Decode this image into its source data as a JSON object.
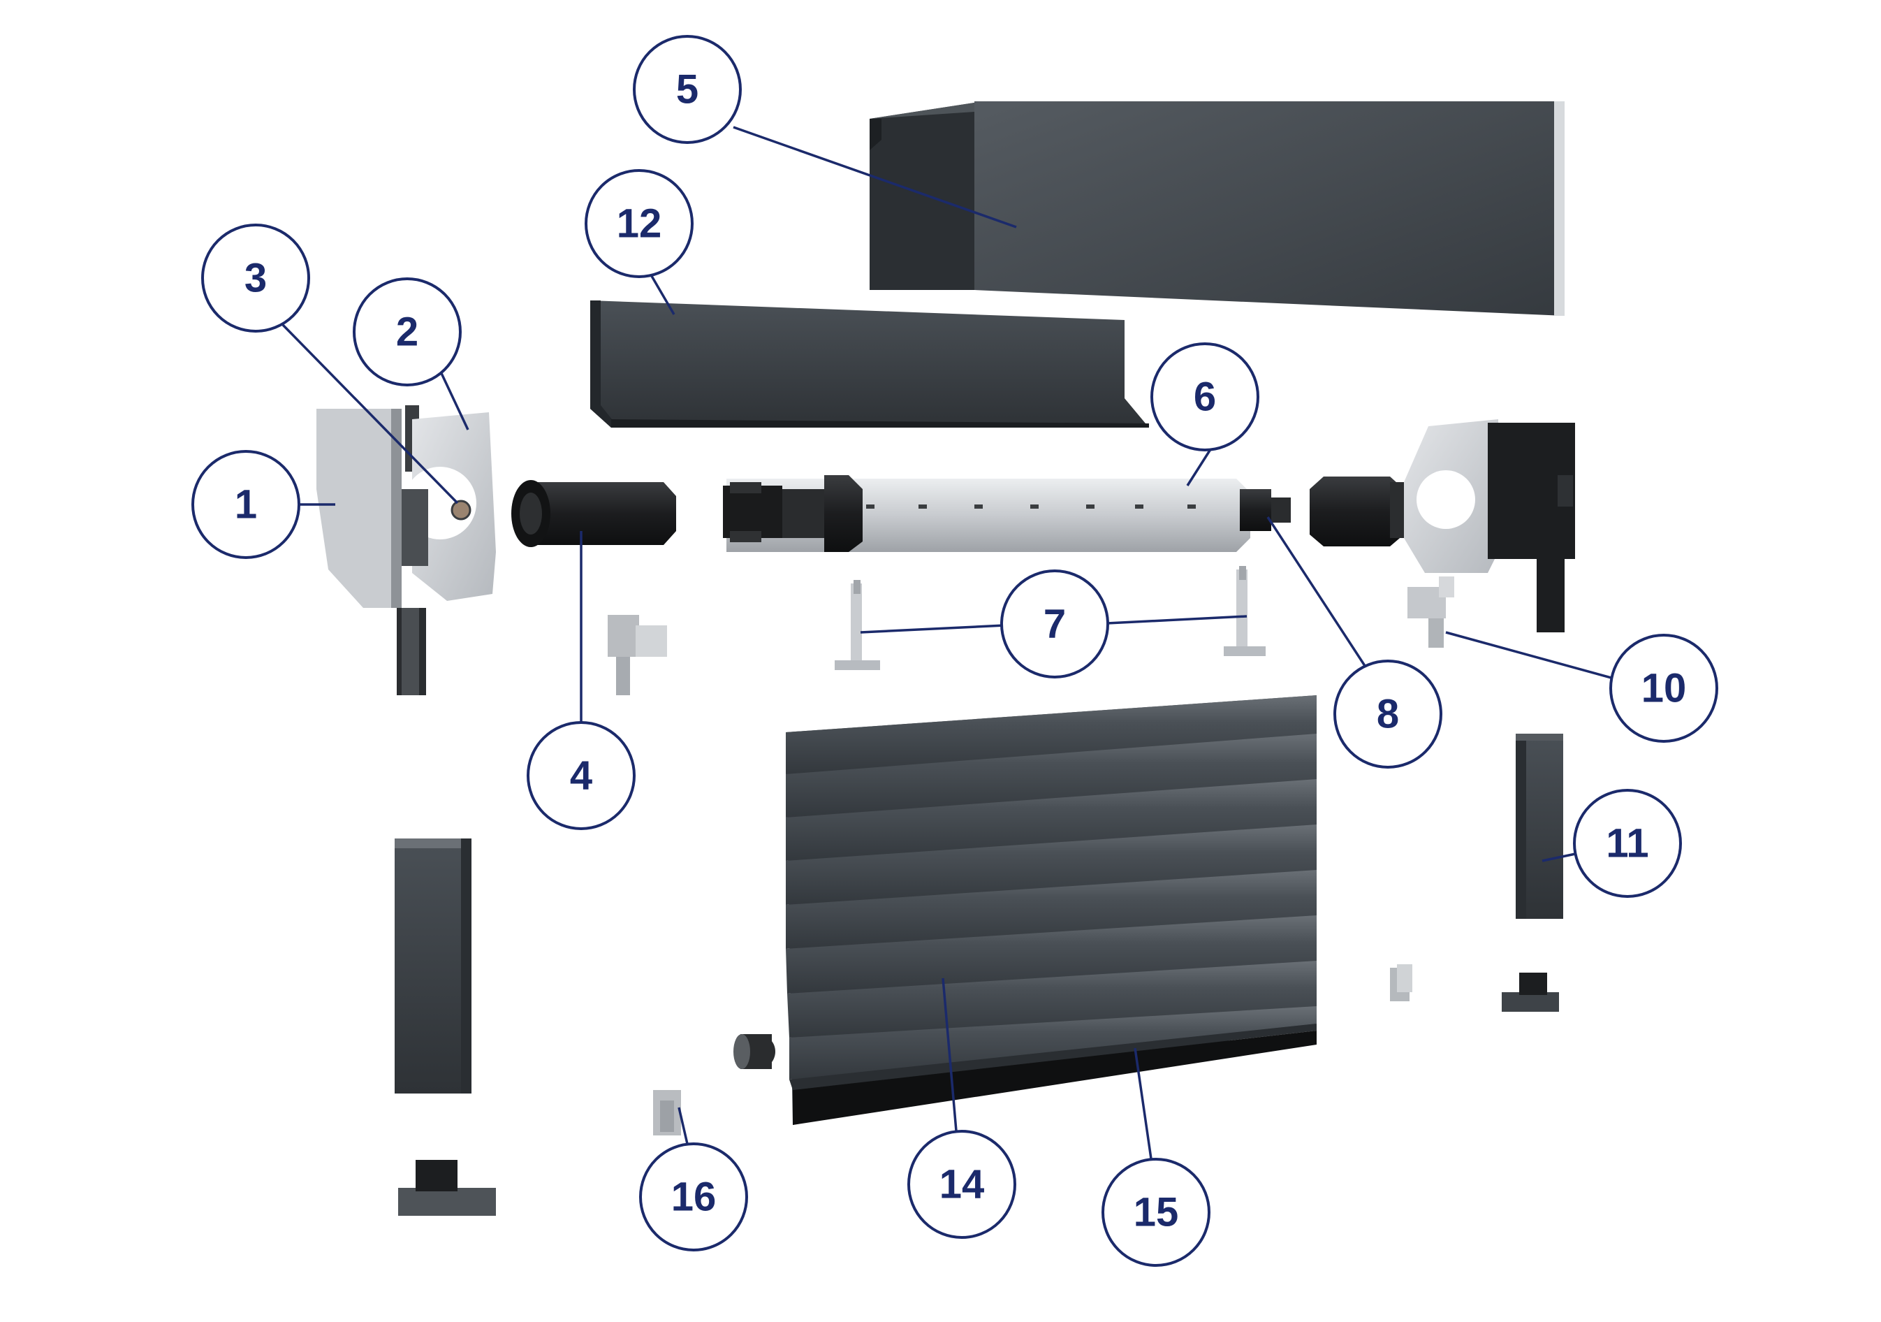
{
  "colors": {
    "callout": "#1b2a6b",
    "anthracite": "#3d4247",
    "anthracite_dark": "#2a2e32",
    "aluminium": "#cfd2d6",
    "steel_plate": "#c9ccd0",
    "black_part": "#1c1d1f"
  },
  "callouts": [
    {
      "id": "1",
      "label": "1"
    },
    {
      "id": "2",
      "label": "2"
    },
    {
      "id": "3",
      "label": "3"
    },
    {
      "id": "4",
      "label": "4"
    },
    {
      "id": "5",
      "label": "5"
    },
    {
      "id": "6",
      "label": "6"
    },
    {
      "id": "7",
      "label": "7"
    },
    {
      "id": "8",
      "label": "8"
    },
    {
      "id": "10",
      "label": "10"
    },
    {
      "id": "11",
      "label": "11"
    },
    {
      "id": "12",
      "label": "12"
    },
    {
      "id": "14",
      "label": "14"
    },
    {
      "id": "15",
      "label": "15"
    },
    {
      "id": "16",
      "label": "16"
    }
  ]
}
